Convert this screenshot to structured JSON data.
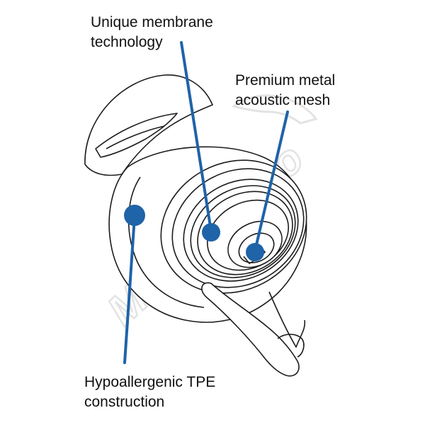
{
  "colors": {
    "callout": "#1f63a8",
    "outline": "#1c1c1c",
    "watermark": "#e3e3e3",
    "background": "#ffffff"
  },
  "labels": {
    "membrane": [
      "Unique membrane",
      "technology"
    ],
    "mesh": [
      "Premium metal",
      "acoustic mesh"
    ],
    "tpe": [
      "Hypoallergenic TPE",
      "construction"
    ]
  },
  "watermark_text": "Moto Presto"
}
